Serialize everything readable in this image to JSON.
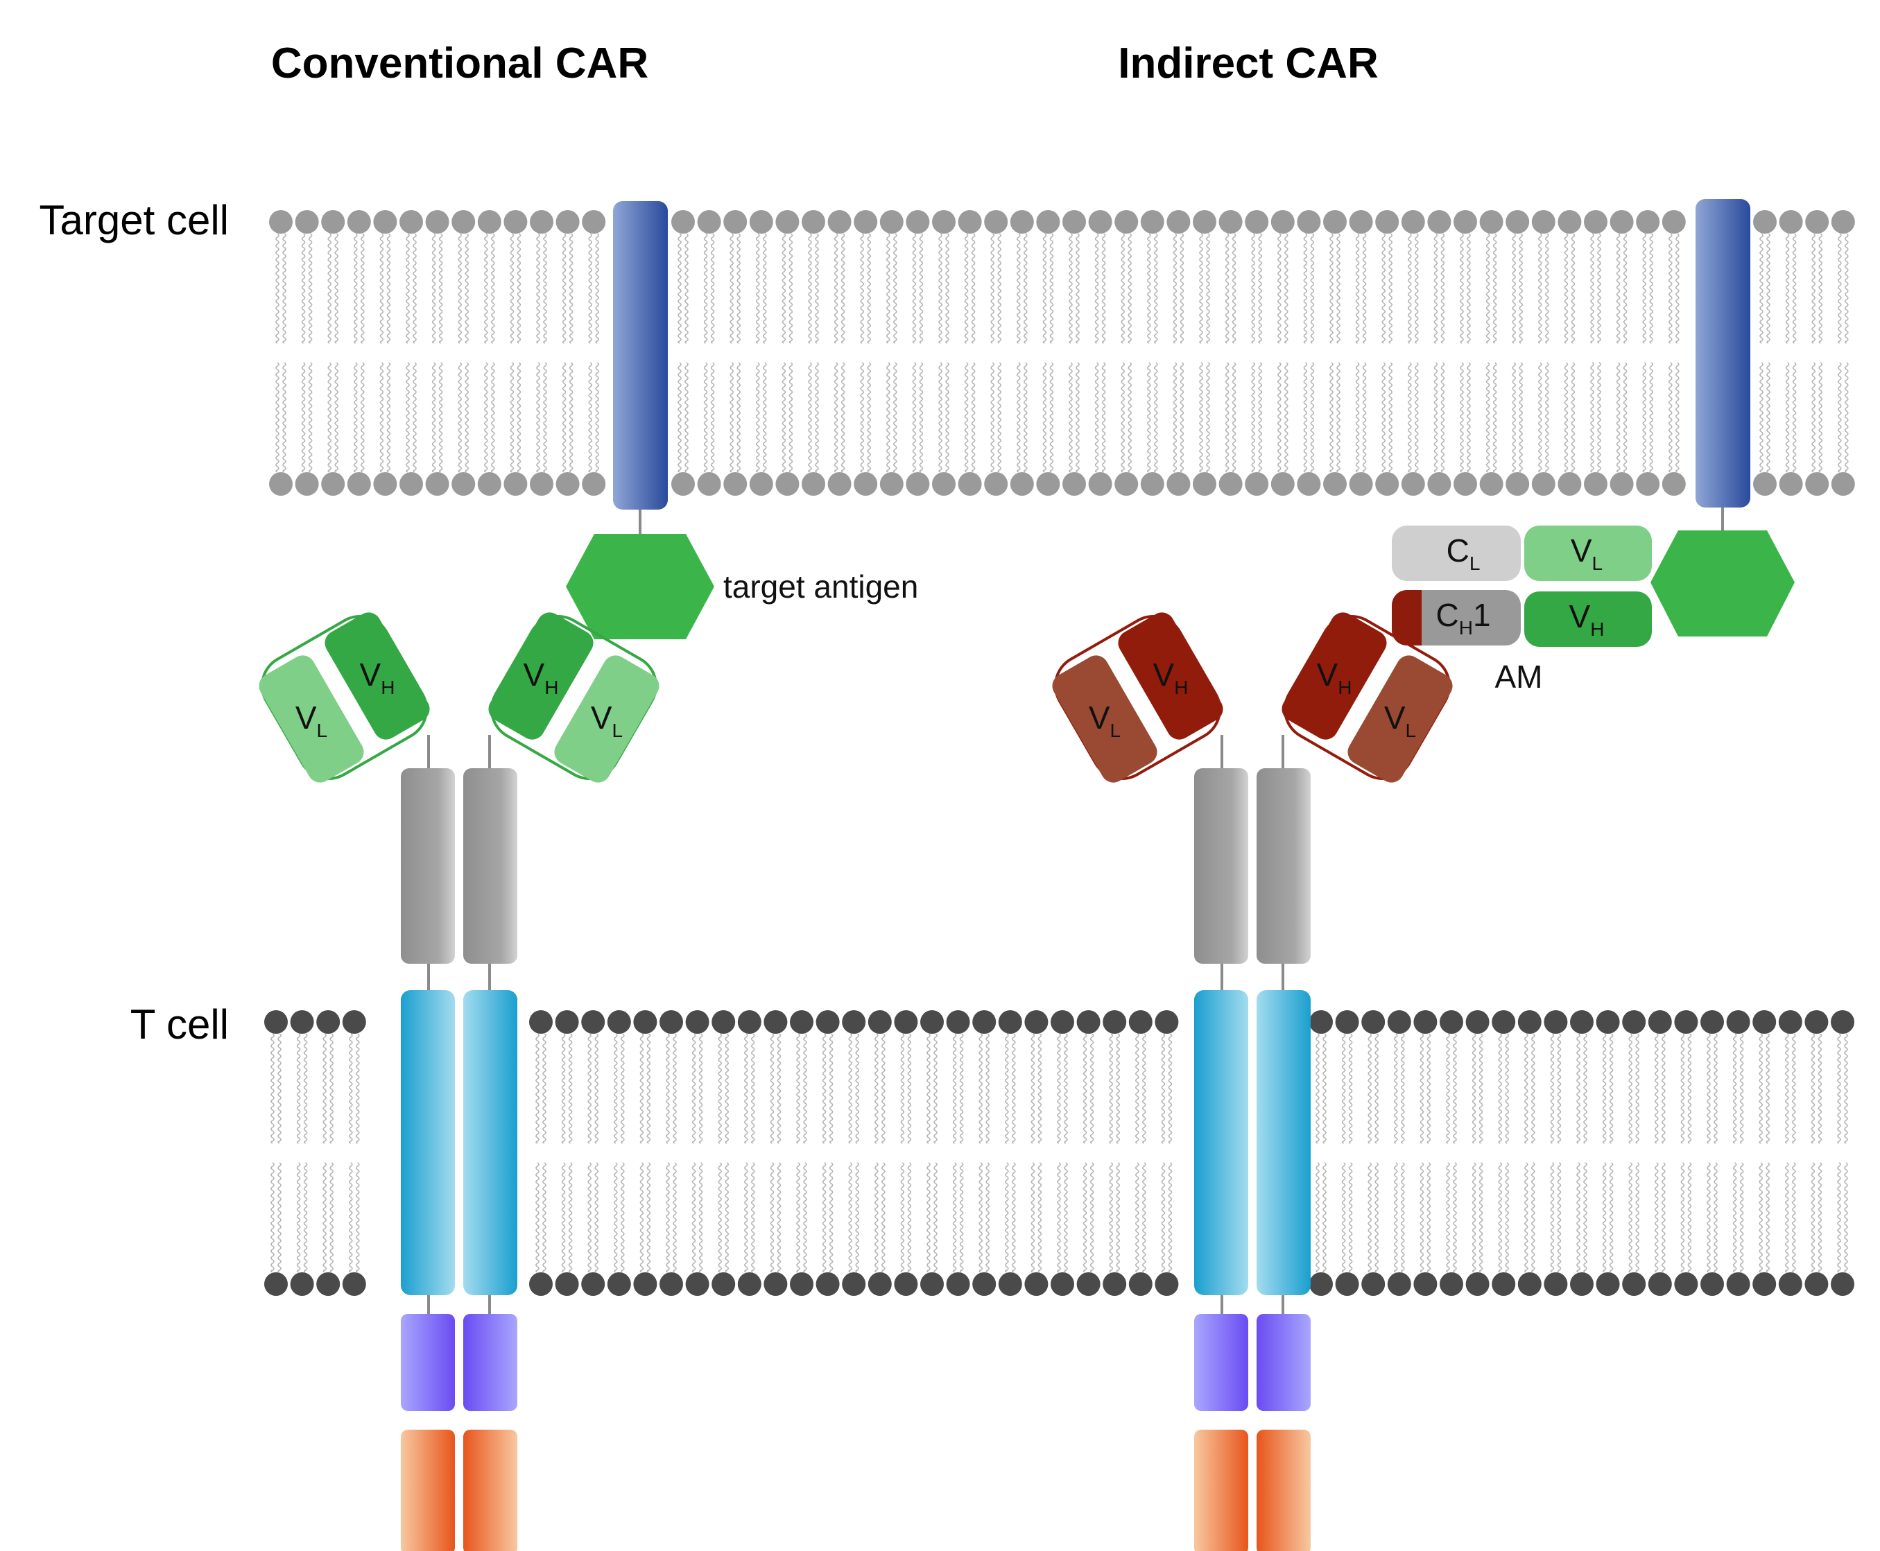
{
  "headings": {
    "conventional": "Conventional CAR",
    "indirect": "Indirect CAR"
  },
  "cells": {
    "target": "Target cell",
    "tcell": "T cell"
  },
  "labels": {
    "target_antigen": "target antigen",
    "adapter": "AM"
  },
  "domains": {
    "vh": {
      "main": "V",
      "sub": "H"
    },
    "vl": {
      "main": "V",
      "sub": "L"
    },
    "cl": {
      "main": "C",
      "sub": "L"
    },
    "ch1": {
      "main": "C",
      "sub": "H",
      "suffix": "1"
    }
  },
  "colors": {
    "target_head": "#9a9a9a",
    "tcell_head": "#4a4a4a",
    "tail": "#b5b5b5",
    "antigen_tm_light": "#8fa6d6",
    "antigen_tm_dark": "#2a4a9c",
    "antigen": "#3bb54a",
    "vh_green": "#34a844",
    "vl_green": "#7fcf88",
    "vh_red": "#921c0c",
    "vl_red": "#9a4a32",
    "ch1_tag": "#8e1c0c",
    "cl_grey": "#cfcfcf",
    "ch1_grey": "#999999",
    "hinge_grey": "#9c9c9c",
    "tm_light": "#a3dcef",
    "tm_dark": "#1a9fcf",
    "costim_light": "#a9a6ff",
    "costim_dark": "#6a4cf2",
    "signal_light": "#f8c8a0",
    "signal_dark": "#e7551c"
  }
}
